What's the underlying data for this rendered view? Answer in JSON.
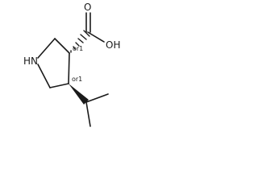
{
  "molecule": {
    "atoms": {
      "amine": "HN",
      "carbonyl_oxygen": "O",
      "hydroxyl": "OH"
    },
    "stereo_labels": {
      "c3": "or1",
      "c4": "or1"
    }
  }
}
